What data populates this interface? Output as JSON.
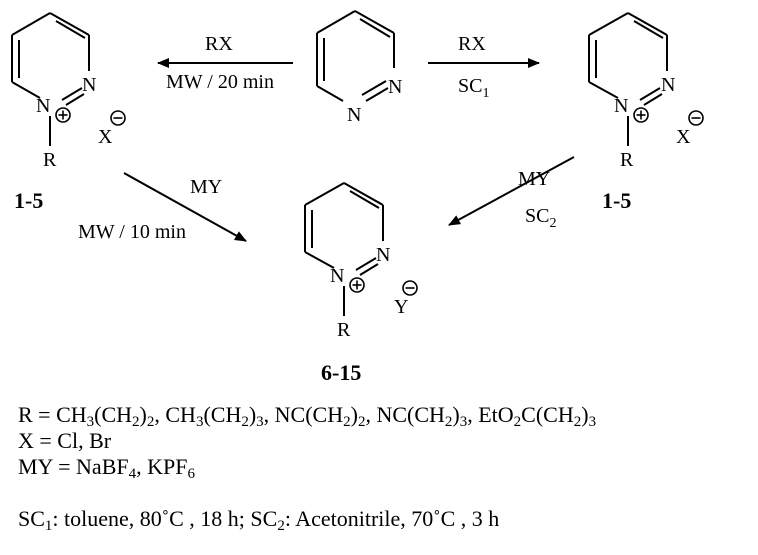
{
  "molecules": {
    "left_cation": {
      "n_top": "N",
      "n_plus": "N",
      "r": "R",
      "anion": "X",
      "label": "1-5"
    },
    "center_reactant": {
      "n1": "N",
      "n2": "N"
    },
    "right_cation": {
      "n_top": "N",
      "n_plus": "N",
      "r": "R",
      "anion": "X",
      "label": "1-5"
    },
    "product": {
      "n_top": "N",
      "n_plus": "N",
      "r": "R",
      "anion": "Y",
      "label": "6-15"
    }
  },
  "arrows": {
    "top_left": {
      "above": "RX",
      "below": "MW / 20 min"
    },
    "top_right": {
      "above": "RX",
      "below_main": "SC",
      "below_sub": "1"
    },
    "lower_left": {
      "above": "MY",
      "below": "MW / 10 min"
    },
    "lower_right": {
      "above": "MY",
      "below_main": "SC",
      "below_sub": "2"
    }
  },
  "notes": {
    "r_line": {
      "p0": "R = CH",
      "s1": "3",
      "p1": "(CH",
      "s2": "2",
      "p2": ")",
      "s3": "2",
      "p3": ", CH",
      "s4": "3",
      "p4": "(CH",
      "s5": "2",
      "p5": ")",
      "s6": "3",
      "p6": ", NC(CH",
      "s7": "2",
      "p7": ")",
      "s8": "2",
      "p8": ", NC(CH",
      "s9": "2",
      "p9": ")",
      "s10": "3",
      "p10": ", EtO",
      "s11": "2",
      "p11": "C(CH",
      "s12": "2",
      "p12": ")",
      "s13": "3"
    },
    "x_line": "X = Cl, Br",
    "my_line": {
      "p0": "MY = NaBF",
      "s1": "4",
      "p1": ", KPF",
      "s2": "6"
    },
    "sc_line": {
      "p0": "SC",
      "s1": "1",
      "p1": ": toluene, 80˚C , 18 h; SC",
      "s2": "2",
      "p2": ": Acetonitrile, 70˚C , 3 h"
    }
  }
}
